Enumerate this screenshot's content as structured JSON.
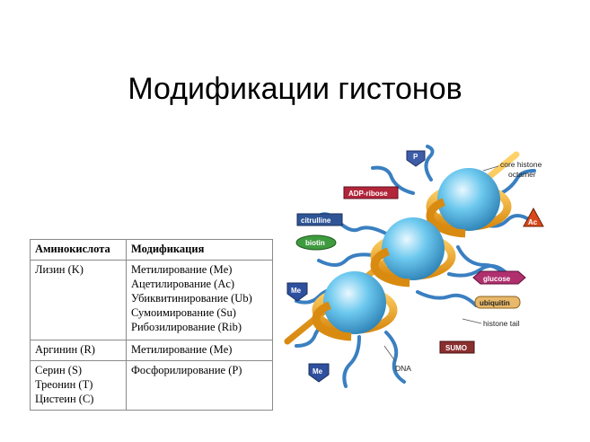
{
  "title": "Модификации гистонов",
  "table": {
    "headers": [
      "Аминокислота",
      "Модификация"
    ],
    "rows": [
      {
        "amino": [
          "Лизин (K)"
        ],
        "mods": [
          "Метилирование (Me)",
          "Ацетилирование (Ac)",
          "Убиквитинирование (Ub)",
          "Сумоимирование (Su)",
          "Рибозилирование (Rib)"
        ]
      },
      {
        "amino": [
          "Аргинин (R)"
        ],
        "mods": [
          "Метилирование (Me)"
        ]
      },
      {
        "amino": [
          "Серин (S)",
          "Треонин (T)",
          "Цистеин (C)"
        ],
        "mods": [
          "Фосфорилирование (P)"
        ]
      }
    ]
  },
  "diagram": {
    "labels": {
      "core_histone": "core histone",
      "octamer": "octamer",
      "histone_tail": "histone tail",
      "dna": "DNA"
    },
    "tags": {
      "p": "P",
      "adp_ribose": "ADP-ribose",
      "citrulline": "citrulline",
      "biotin": "biotin",
      "me_left": "Me",
      "me_bottom": "Me",
      "ac": "Ac",
      "glucose": "glucose",
      "ubiquitin": "ubiquitin",
      "sumo": "SUMO"
    },
    "colors": {
      "dna": "#f2a81d",
      "histone": "#4fb8e6",
      "tail": "#3a7fc1",
      "p_tag": "#3d5da8",
      "adp_tag": "#b3263a",
      "citrulline_tag": "#2f5597",
      "biotin_tag": "#3f9b3f",
      "me_tag": "#2f4f9f",
      "ac_tag": "#d8481c",
      "glucose_tag": "#b0306e",
      "ubiquitin_tag": "#e8b96a",
      "sumo_tag": "#8a2f2f"
    }
  }
}
